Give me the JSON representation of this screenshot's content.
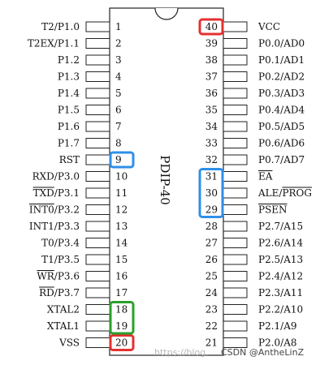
{
  "chip": {
    "package": "PDIP-40",
    "left_pins": [
      {
        "num": "1",
        "name": "T2/P1.0"
      },
      {
        "num": "2",
        "name": "T2EX/P1.1"
      },
      {
        "num": "3",
        "name": "P1.2"
      },
      {
        "num": "4",
        "name": "P1.3"
      },
      {
        "num": "5",
        "name": "P1.4"
      },
      {
        "num": "6",
        "name": "P1.5"
      },
      {
        "num": "7",
        "name": "P1.6"
      },
      {
        "num": "8",
        "name": "P1.7"
      },
      {
        "num": "9",
        "name": "RST"
      },
      {
        "num": "10",
        "name": "RXD/P3.0"
      },
      {
        "num": "11",
        "name": "TXD/P3.1",
        "overline": "TXD"
      },
      {
        "num": "12",
        "name": "INT0/P3.2",
        "overline": "INT0"
      },
      {
        "num": "13",
        "name": "INT1/P3.3"
      },
      {
        "num": "14",
        "name": "T0/P3.4"
      },
      {
        "num": "15",
        "name": "T1/P3.5"
      },
      {
        "num": "16",
        "name": "WR/P3.6",
        "overline": "WR"
      },
      {
        "num": "17",
        "name": "RD/P3.7",
        "overline": "RD"
      },
      {
        "num": "18",
        "name": "XTAL2"
      },
      {
        "num": "19",
        "name": "XTAL1"
      },
      {
        "num": "20",
        "name": "VSS"
      }
    ],
    "right_pins": [
      {
        "num": "40",
        "name": "VCC"
      },
      {
        "num": "39",
        "name": "P0.0/AD0"
      },
      {
        "num": "38",
        "name": "P0.1/AD1"
      },
      {
        "num": "37",
        "name": "P0.2/AD2"
      },
      {
        "num": "36",
        "name": "P0.3/AD3"
      },
      {
        "num": "35",
        "name": "P0.4/AD4"
      },
      {
        "num": "34",
        "name": "P0.5/AD5"
      },
      {
        "num": "33",
        "name": "P0.6/AD6"
      },
      {
        "num": "32",
        "name": "P0.7/AD7"
      },
      {
        "num": "31",
        "name": "EA",
        "overline": "EA"
      },
      {
        "num": "30",
        "name": "ALE/PROG",
        "overline": "PROG"
      },
      {
        "num": "29",
        "name": "PSEN",
        "overline": "PSEN"
      },
      {
        "num": "28",
        "name": "P2.7/A15"
      },
      {
        "num": "27",
        "name": "P2.6/A14"
      },
      {
        "num": "26",
        "name": "P2.5/A13"
      },
      {
        "num": "25",
        "name": "P2.4/A12"
      },
      {
        "num": "24",
        "name": "P2.3/A11"
      },
      {
        "num": "23",
        "name": "P2.2/A10"
      },
      {
        "num": "22",
        "name": "P2.1/A9"
      },
      {
        "num": "21",
        "name": "P2.0/A8"
      }
    ]
  },
  "highlights": [
    {
      "pins": [
        "40"
      ],
      "color": "#e53030"
    },
    {
      "pins": [
        "20"
      ],
      "color": "#e53030"
    },
    {
      "pins": [
        "9"
      ],
      "color": "#2f8fe8"
    },
    {
      "pins": [
        "31",
        "30",
        "29"
      ],
      "color": "#2f8fe8"
    },
    {
      "pins": [
        "18",
        "19"
      ],
      "color": "#2aa02a"
    }
  ],
  "watermark": {
    "faint": "https://blog.",
    "text": "CSDN @AntheLinZ"
  }
}
